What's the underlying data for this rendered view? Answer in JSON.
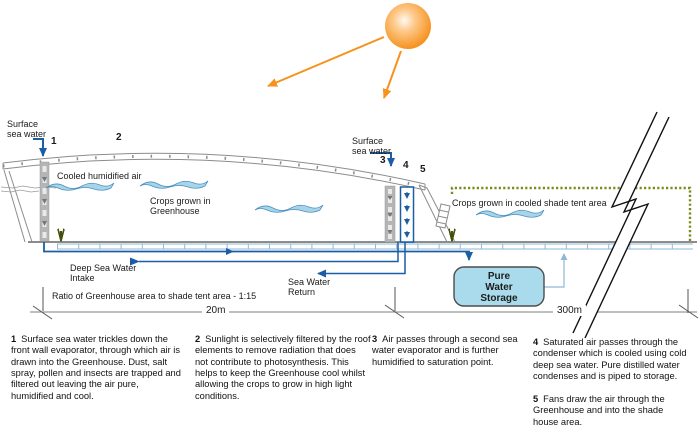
{
  "labels": {
    "surface_sea_water_left": "Surface sea water",
    "surface_sea_water_right": "Surface sea water",
    "cooled_humidified_air": "Cooled humidified air",
    "crops_greenhouse": "Crops grown in Greenhouse",
    "crops_shade_tent": "Crops grown in cooled shade tent area",
    "deep_sea_water_intake": "Deep Sea Water Intake",
    "sea_water_return": "Sea Water Return"
  },
  "tank": {
    "label": "Pure Water Storage"
  },
  "scale": {
    "ratio": "Ratio of Greenhouse area to shade tent area - 1:15",
    "greenhouse_width": "20m",
    "shade_width": "300m"
  },
  "step_markers": [
    "1",
    "2",
    "3",
    "4",
    "5"
  ],
  "notes": [
    {
      "num": "1",
      "text": "Surface sea water trickles down the front wall evaporator, through which air is drawn into the Greenhouse. Dust, salt spray, pollen and insects are trapped and filtered out leaving the air pure, humidified and cool."
    },
    {
      "num": "2",
      "text": "Sunlight is selectively filtered by the roof elements to remove radiation that does not contribute to photosynthesis. This helps to keep the Greenhouse cool whilst allowing the crops to grow in high light conditions."
    },
    {
      "num": "3",
      "text": "Air passes through a second sea water evaporator and is further humidified to saturation point."
    },
    {
      "num": "4",
      "text": "Saturated air passes through the condenser which is cooled using cold deep sea water. Pure distilled water condenses and is piped to storage."
    },
    {
      "num": "5",
      "text": "Fans draw the air through the Greenhouse and into the shade house area."
    }
  ],
  "colors": {
    "sun_orange": "#f6921e",
    "pipe_dark_blue": "#1b5ea6",
    "pipe_light_blue": "#8fb9d6",
    "tank_fill": "#a9dbec",
    "shade_tent_olive": "#7a8c1e",
    "crop_green": "#44510b",
    "structure_gray": "#8c8c8c"
  }
}
